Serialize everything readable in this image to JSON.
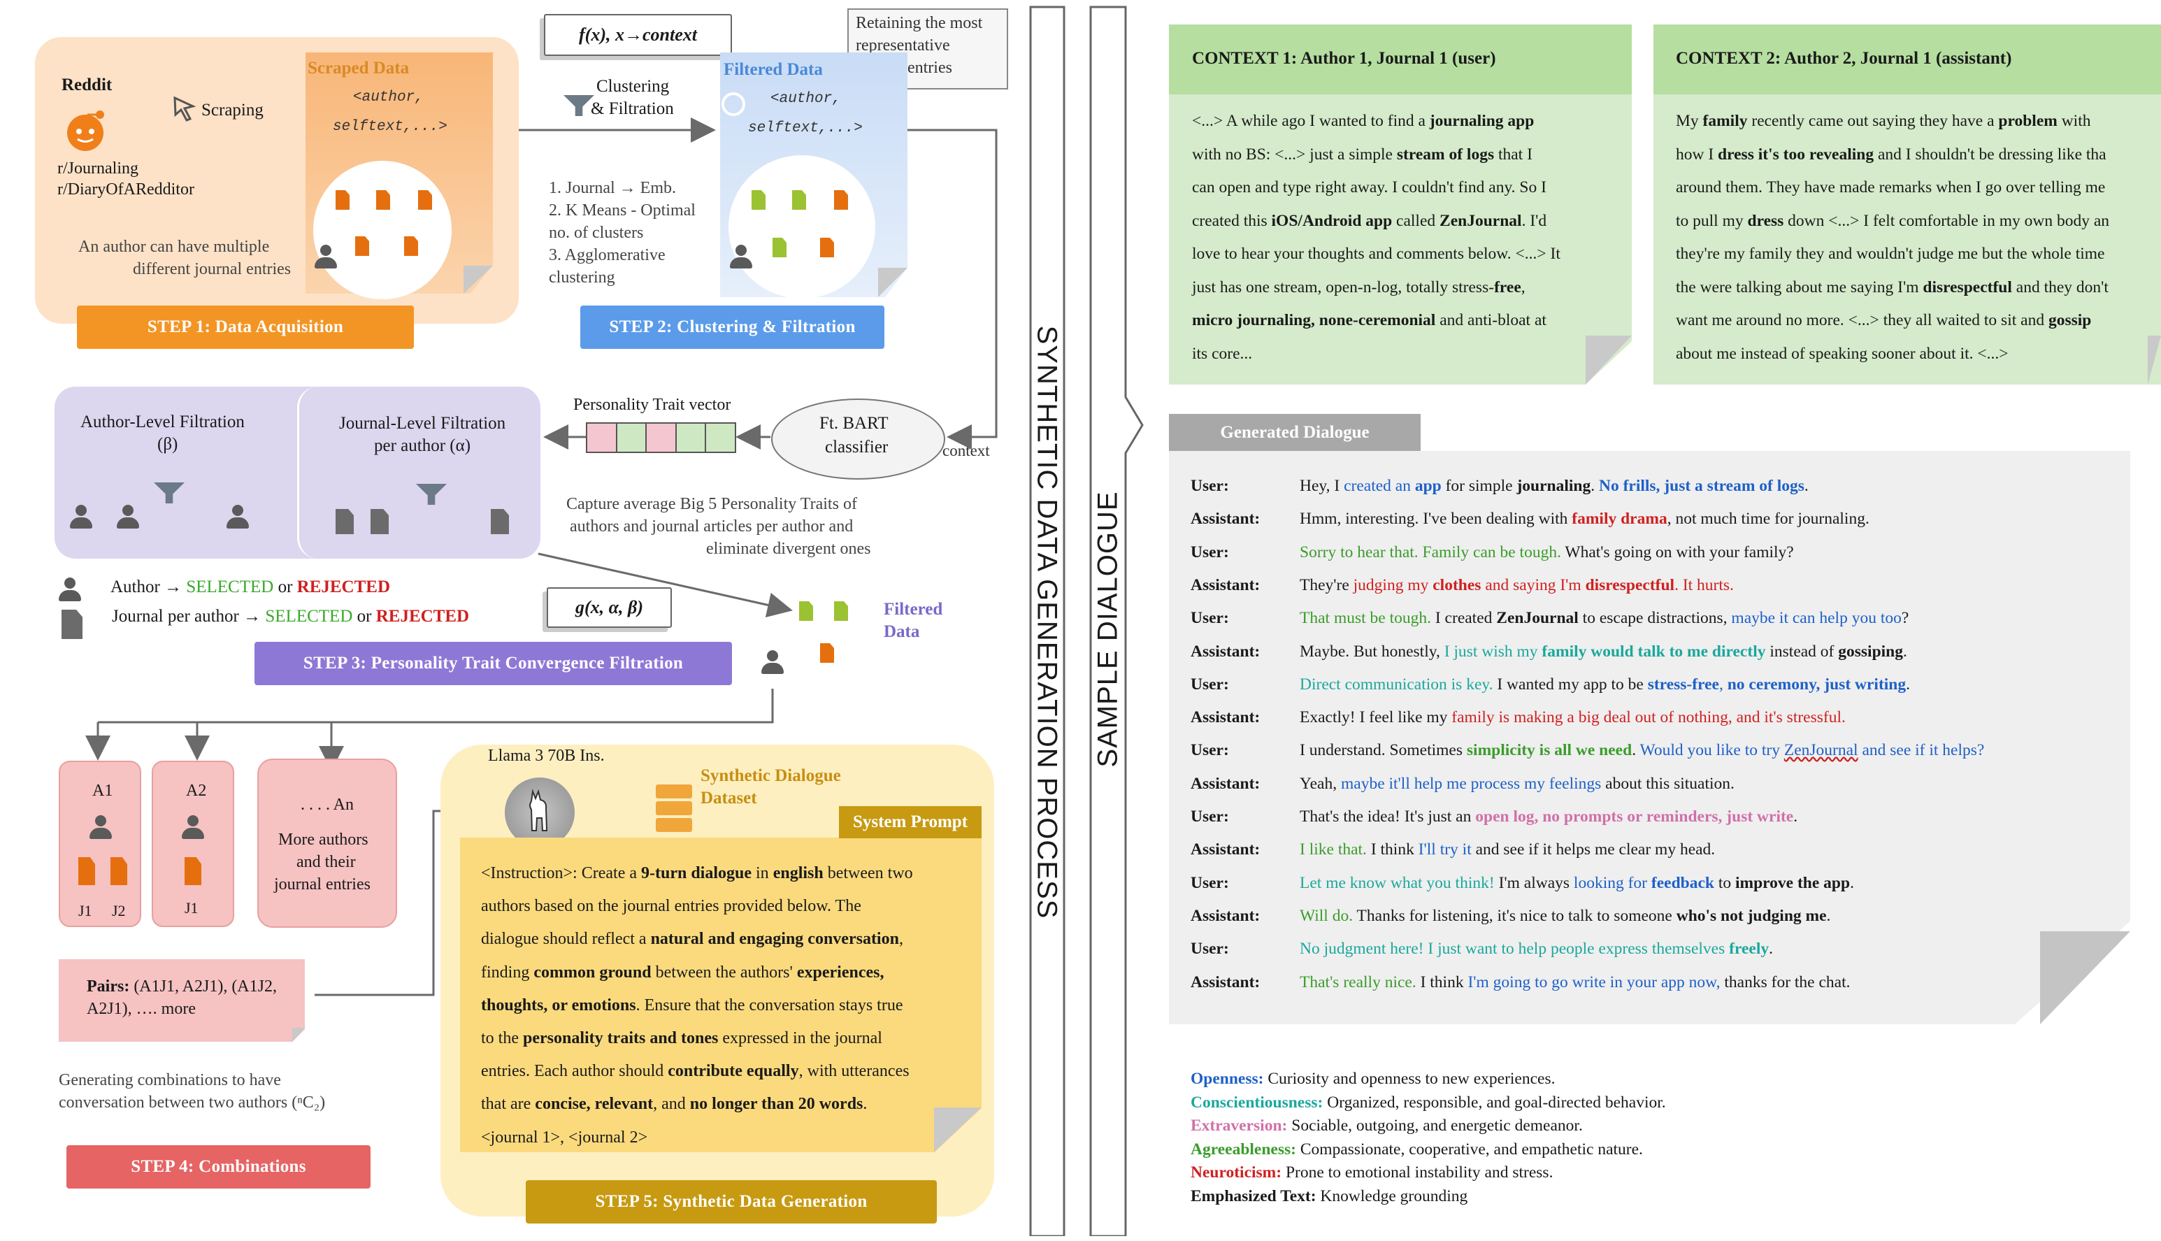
{
  "colors": {
    "step1": "#f39524",
    "step2": "#5b9bea",
    "step3": "#8e78d6",
    "step4": "#e66464",
    "step5": "#c79a12",
    "selected": "#39a82a",
    "rejected": "#d02020",
    "openness": "#1e60c8",
    "conscientiousness": "#1aa89c",
    "extraversion": "#d070a8",
    "agreeableness": "#3a9c2a",
    "neuroticism": "#d02020"
  },
  "top": {
    "fx_label": "f(x), x→context",
    "retain_note": [
      "Retaining the most",
      "representative",
      "journal entries"
    ]
  },
  "step1": {
    "label": "STEP 1: Data Acquisition",
    "reddit": "Reddit",
    "subs": [
      "r/Journaling",
      "r/DiaryOfARedditor"
    ],
    "scraping": "Scraping",
    "scraped_title": "Scraped Data",
    "code": [
      "<author,",
      "selftext,...>"
    ],
    "note": [
      "An author can have multiple",
      "different journal entries"
    ],
    "icon": "reddit-alien-icon"
  },
  "step2": {
    "label": "STEP 2: Clustering & Filtration",
    "clustering": [
      "Clustering",
      "& Filtration"
    ],
    "filtered_title": "Filtered Data",
    "code": [
      "<author,",
      "selftext,...>"
    ],
    "steps": [
      "1. Journal → Emb.",
      "2. K Means - Optimal",
      "no. of clusters",
      "3. Agglomerative",
      "clustering"
    ]
  },
  "step3": {
    "label": "STEP 3: Personality Trait Convergence Filtration",
    "author_filter": [
      "Author-Level Filtration",
      "(β)"
    ],
    "journal_filter": [
      "Journal-Level Filtration",
      "per author (α)"
    ],
    "trait_vector": "Personality Trait vector",
    "bart": [
      "Ft. BART",
      "classifier"
    ],
    "context": "context",
    "capture": [
      "Capture average Big 5 Personality Traits of",
      "authors and  journal articles per author and",
      "eliminate divergent ones"
    ],
    "author_rule": {
      "prefix": "Author → ",
      "selected": "SELECTED",
      "or": " or ",
      "rejected": "REJECTED"
    },
    "journal_rule": {
      "prefix": "Journal per author → ",
      "selected": "SELECTED",
      "or": " or ",
      "rejected": "REJECTED"
    },
    "gx_label": "g(x, α, β)",
    "filtered": [
      "Filtered",
      "Data"
    ],
    "vector_colors": [
      "#f4c7d0",
      "#cfe8c4",
      "#f4c7d0",
      "#cfe8c4",
      "#cfe8c4"
    ]
  },
  "step4": {
    "label": "STEP 4: Combinations",
    "a1": "A1",
    "a2": "A2",
    "an": ". . . . An",
    "j1": "J1",
    "j2": "J2",
    "j1b": "J1",
    "more": [
      "More authors",
      "and their",
      "journal entries"
    ],
    "pairs": {
      "label": "Pairs:",
      "line1": " (A1J1, A2J1), (A1J2,",
      "line2": "A2J1), …. more"
    },
    "combination_note": [
      "Generating combinations to have",
      "conversation between two authors (ⁿC₂)"
    ]
  },
  "step5": {
    "label": "STEP 5: Synthetic Data Generation",
    "llama": "Llama 3 70B Ins.",
    "dataset": [
      "Synthetic Dialogue",
      "Dataset"
    ],
    "system_prompt": "System Prompt",
    "prompt_lines": [
      [
        {
          "t": "<Instruction>: Create a "
        },
        {
          "t": "9-turn dialogue",
          "b": true
        },
        {
          "t": " in "
        },
        {
          "t": "english",
          "b": true
        },
        {
          "t": " between two"
        }
      ],
      [
        {
          "t": "authors based on the journal entries provided below. The"
        }
      ],
      [
        {
          "t": "dialogue should reflect a "
        },
        {
          "t": "natural and engaging conversation",
          "b": true
        },
        {
          "t": ","
        }
      ],
      [
        {
          "t": "finding "
        },
        {
          "t": "common ground",
          "b": true
        },
        {
          "t": " between the authors' "
        },
        {
          "t": "experiences,",
          "b": true
        }
      ],
      [
        {
          "t": "thoughts, or emotions",
          "b": true
        },
        {
          "t": ". Ensure that the conversation stays true"
        }
      ],
      [
        {
          "t": "to the "
        },
        {
          "t": "personality traits and tones",
          "b": true
        },
        {
          "t": " expressed in the journal"
        }
      ],
      [
        {
          "t": "entries. Each author should "
        },
        {
          "t": "contribute equally",
          "b": true
        },
        {
          "t": ", with utterances"
        }
      ],
      [
        {
          "t": "that are "
        },
        {
          "t": "concise, relevant",
          "b": true
        },
        {
          "t": ", and "
        },
        {
          "t": "no longer than 20 words",
          "b": true
        },
        {
          "t": "."
        }
      ],
      [
        {
          "t": "<journal 1>, <journal 2>"
        }
      ]
    ]
  },
  "banners": {
    "process": "SYNTHETIC DATA GENERATION PROCESS",
    "sample": "SAMPLE DIALOGUE"
  },
  "context1": {
    "title": "CONTEXT 1: Author 1, Journal 1 (user)",
    "lines": [
      [
        {
          "t": "<...> A while ago I wanted to find a "
        },
        {
          "t": "journaling app",
          "b": true
        }
      ],
      [
        {
          "t": "with no BS: <...> just a simple "
        },
        {
          "t": "stream of logs",
          "b": true
        },
        {
          "t": " that I"
        }
      ],
      [
        {
          "t": "can open and type right away. I couldn't find any. So I"
        }
      ],
      [
        {
          "t": "created this "
        },
        {
          "t": "iOS/Android app",
          "b": true
        },
        {
          "t": " called "
        },
        {
          "t": "ZenJournal",
          "b": true
        },
        {
          "t": ". I'd"
        }
      ],
      [
        {
          "t": "love to hear your thoughts and comments below. <...> It"
        }
      ],
      [
        {
          "t": "just has one stream, open-n-log, totally stress-"
        },
        {
          "t": "free",
          "b": true
        },
        {
          "t": ","
        }
      ],
      [
        {
          "t": "micro journaling, none-ceremonial",
          "b": true
        },
        {
          "t": " and anti-bloat at"
        }
      ],
      [
        {
          "t": "its core..."
        }
      ]
    ]
  },
  "context2": {
    "title": "CONTEXT 2: Author 2, Journal 1 (assistant)",
    "lines": [
      [
        {
          "t": "My "
        },
        {
          "t": "family",
          "b": true
        },
        {
          "t": " recently came out saying they have a "
        },
        {
          "t": "problem",
          "b": true
        },
        {
          "t": " with"
        }
      ],
      [
        {
          "t": "how I "
        },
        {
          "t": "dress it's too revealing",
          "b": true
        },
        {
          "t": " and I shouldn't be dressing like tha"
        }
      ],
      [
        {
          "t": "around them. They have made remarks when I go over telling me"
        }
      ],
      [
        {
          "t": "to pull my "
        },
        {
          "t": "dress",
          "b": true
        },
        {
          "t": " down <...> I felt comfortable in my own body an"
        }
      ],
      [
        {
          "t": "they're my family they and wouldn't judge me but the whole time"
        }
      ],
      [
        {
          "t": "the were talking about me saying I'm "
        },
        {
          "t": "disrespectful",
          "b": true
        },
        {
          "t": " and they don't"
        }
      ],
      [
        {
          "t": "want me around no more. <...> they all waited to sit and "
        },
        {
          "t": "gossip",
          "b": true
        }
      ],
      [
        {
          "t": "about me instead of speaking sooner about it. <...>"
        }
      ]
    ]
  },
  "dialogue": {
    "header": "Generated Dialogue",
    "turns": [
      {
        "speaker": "User:",
        "parts": [
          {
            "t": "Hey, I "
          },
          {
            "t": "created an ",
            "c": "open"
          },
          {
            "t": "app",
            "c": "open",
            "b": true
          },
          {
            "t": " for simple "
          },
          {
            "t": "journaling",
            "b": true
          },
          {
            "t": ". "
          },
          {
            "t": "No frills, just a stream of logs",
            "c": "open",
            "b": true
          },
          {
            "t": "."
          }
        ]
      },
      {
        "speaker": "Assistant:",
        "parts": [
          {
            "t": "Hmm, interesting. I've been dealing with "
          },
          {
            "t": "family drama",
            "c": "neur",
            "b": true
          },
          {
            "t": ", not much time for journaling."
          }
        ]
      },
      {
        "speaker": "User:",
        "parts": [
          {
            "t": "Sorry to hear that. Family can be tough.",
            "c": "agre"
          },
          {
            "t": " What's going on with your family?"
          }
        ]
      },
      {
        "speaker": "Assistant:",
        "parts": [
          {
            "t": "They're "
          },
          {
            "t": "judging my ",
            "c": "neur"
          },
          {
            "t": "clothes",
            "c": "neur",
            "b": true
          },
          {
            "t": " and saying I'm ",
            "c": "neur"
          },
          {
            "t": "disrespectful",
            "c": "neur",
            "b": true
          },
          {
            "t": ". It hurts.",
            "c": "neur"
          }
        ]
      },
      {
        "speaker": "User:",
        "parts": [
          {
            "t": "That must be tough.",
            "c": "agre"
          },
          {
            "t": " I created "
          },
          {
            "t": "ZenJournal",
            "b": true
          },
          {
            "t": " to escape distractions, "
          },
          {
            "t": "maybe it can help you too",
            "c": "open"
          },
          {
            "t": "?"
          }
        ]
      },
      {
        "speaker": "Assistant:",
        "parts": [
          {
            "t": "Maybe. But honestly, "
          },
          {
            "t": "I just wish my ",
            "c": "cons"
          },
          {
            "t": "family would talk to me directly",
            "c": "cons",
            "b": true
          },
          {
            "t": " instead of "
          },
          {
            "t": "gossiping",
            "b": true
          },
          {
            "t": "."
          }
        ]
      },
      {
        "speaker": "User:",
        "parts": [
          {
            "t": "Direct communication is key.",
            "c": "cons"
          },
          {
            "t": " I wanted my app to be "
          },
          {
            "t": "stress-free",
            "c": "open",
            "b": true
          },
          {
            "t": ", ",
            "c": "open"
          },
          {
            "t": "no ceremony, just writing",
            "c": "open",
            "b": true
          },
          {
            "t": "."
          }
        ]
      },
      {
        "speaker": "Assistant:",
        "parts": [
          {
            "t": "Exactly! I feel like my "
          },
          {
            "t": "family is making a big deal out of nothing, and it's stressful.",
            "c": "neur"
          }
        ]
      },
      {
        "speaker": "User:",
        "parts": [
          {
            "t": "I understand. Sometimes "
          },
          {
            "t": "simplicity is all we need",
            "c": "agre",
            "b": true
          },
          {
            "t": ". "
          },
          {
            "t": "Would you like to try ",
            "c": "open"
          },
          {
            "t": "ZenJournal",
            "c": "open",
            "u": true
          },
          {
            "t": " and see if it helps?",
            "c": "open"
          }
        ]
      },
      {
        "speaker": "Assistant:",
        "parts": [
          {
            "t": "Yeah, "
          },
          {
            "t": "maybe it'll help me process my feelings",
            "c": "open"
          },
          {
            "t": " about this situation."
          }
        ]
      },
      {
        "speaker": "User:",
        "parts": [
          {
            "t": "That's the idea! It's just an "
          },
          {
            "t": "open log, no prompts or reminders, just write",
            "c": "extr",
            "b": true
          },
          {
            "t": "."
          }
        ]
      },
      {
        "speaker": "Assistant:",
        "parts": [
          {
            "t": "I like that.",
            "c": "agre"
          },
          {
            "t": " I think "
          },
          {
            "t": "I'll try it",
            "c": "open"
          },
          {
            "t": " and see if it helps me clear my head."
          }
        ]
      },
      {
        "speaker": "User:",
        "parts": [
          {
            "t": "Let me know what you think!",
            "c": "cons"
          },
          {
            "t": " I'm always "
          },
          {
            "t": "looking for ",
            "c": "open"
          },
          {
            "t": "feedback",
            "c": "open",
            "b": true
          },
          {
            "t": " to "
          },
          {
            "t": "improve the app",
            "b": true
          },
          {
            "t": "."
          }
        ]
      },
      {
        "speaker": "Assistant:",
        "parts": [
          {
            "t": "Will do.",
            "c": "agre"
          },
          {
            "t": " Thanks for listening, it's nice to talk to someone "
          },
          {
            "t": "who's not judging me",
            "b": true
          },
          {
            "t": "."
          }
        ]
      },
      {
        "speaker": "User:",
        "parts": [
          {
            "t": "No judgment here! I just want to help people express themselves ",
            "c": "cons"
          },
          {
            "t": "freely",
            "c": "cons",
            "b": true
          },
          {
            "t": "."
          }
        ]
      },
      {
        "speaker": "Assistant:",
        "parts": [
          {
            "t": "That's really nice.",
            "c": "agre"
          },
          {
            "t": " I think "
          },
          {
            "t": "I'm going to go write in your app now,",
            "c": "open"
          },
          {
            "t": " thanks for the chat."
          }
        ]
      }
    ]
  },
  "legend": [
    {
      "term": "Openness:",
      "c": "open",
      "desc": " Curiosity and openness to new experiences."
    },
    {
      "term": "Conscientiousness:",
      "c": "cons",
      "desc": " Organized, responsible, and goal-directed behavior."
    },
    {
      "term": "Extraversion:",
      "c": "extr",
      "desc": " Sociable, outgoing, and energetic demeanor."
    },
    {
      "term": "Agreeableness:",
      "c": "agre",
      "desc": " Compassionate, cooperative, and empathetic nature."
    },
    {
      "term": "Neuroticism:",
      "c": "neur",
      "desc": " Prone to emotional instability and stress."
    },
    {
      "term": "Emphasized Text:",
      "c": "",
      "desc": " Knowledge grounding"
    }
  ]
}
